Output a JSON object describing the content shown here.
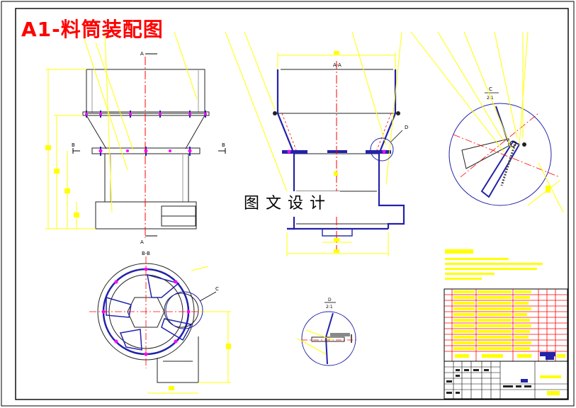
{
  "title": "A1-料筒装配图",
  "watermark": "图文设计",
  "labels": {
    "section_a_top": "A",
    "section_a_bottom": "A",
    "section_b_left": "B",
    "section_b_right": "B",
    "view_aa": "A-A",
    "view_bb": "B-B",
    "detail_c": "C",
    "detail_c_callout": "C",
    "scale_c": "2:1",
    "detail_d": "D",
    "detail_d_callout": "D",
    "scale_d": "2:1"
  },
  "colors": {
    "outline": "#1a1a1a",
    "steel": "#2222aa",
    "center": "#ff0000",
    "dimension": "#ffff00",
    "title": "#ff0000",
    "flange": "#ff00ff"
  },
  "icons": {
    "bolt": "bolt-icon",
    "hinge": "hinge-icon"
  }
}
